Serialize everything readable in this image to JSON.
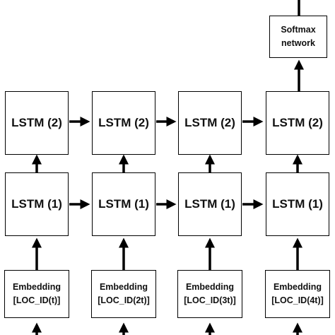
{
  "softmax": {
    "line1": "Softmax",
    "line2": "network"
  },
  "columns": [
    {
      "lstm2": "LSTM (2)",
      "lstm1": "LSTM (1)",
      "embedding": {
        "line1": "Embedding",
        "line2": "[LOC_ID(t)]"
      }
    },
    {
      "lstm2": "LSTM (2)",
      "lstm1": "LSTM (1)",
      "embedding": {
        "line1": "Embedding",
        "line2": "[LOC_ID(2t)]"
      }
    },
    {
      "lstm2": "LSTM (2)",
      "lstm1": "LSTM (1)",
      "embedding": {
        "line1": "Embedding",
        "line2": "[LOC_ID(3t)]"
      }
    },
    {
      "lstm2": "LSTM (2)",
      "lstm1": "LSTM (1)",
      "embedding": {
        "line1": "Embedding",
        "line2": "[LOC_ID(4t)]"
      }
    }
  ],
  "colors": {
    "stroke": "#000000",
    "background": "#ffffff"
  }
}
